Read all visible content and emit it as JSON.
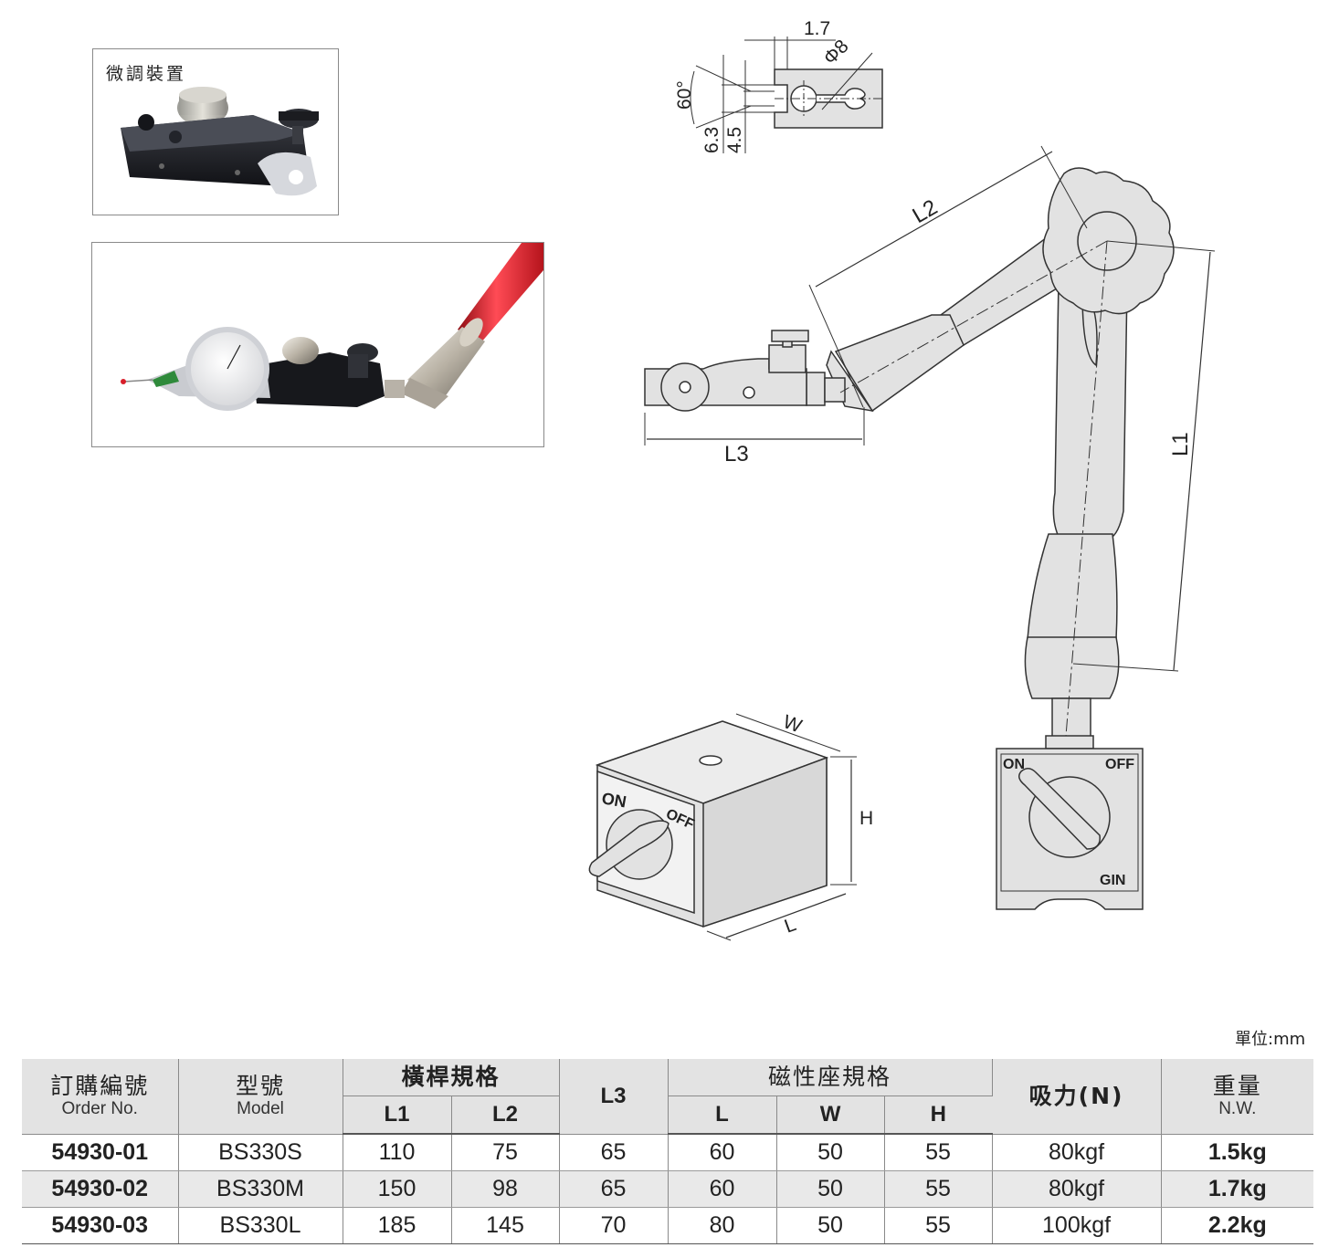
{
  "photo1": {
    "caption": "微調裝置"
  },
  "drawing": {
    "dim_1_7": "1.7",
    "dim_phi8": "Φ8",
    "dim_60deg": "60°",
    "dim_6_3": "6.3",
    "dim_4_5": "4.5",
    "dim_L1": "L1",
    "dim_L2": "L2",
    "dim_L3": "L3",
    "dim_W": "W",
    "dim_H": "H",
    "dim_L": "L",
    "base_on": "ON",
    "base_off": "OFF",
    "side_on": "ON",
    "side_off": "OFF",
    "side_gin": "GIN"
  },
  "unit_label": "單位:mm",
  "table": {
    "headers": {
      "order_zh": "訂購編號",
      "order_en": "Order No.",
      "model_zh": "型號",
      "model_en": "Model",
      "arm_zh": "橫桿規格",
      "l1": "L1",
      "l2": "L2",
      "l3": "L3",
      "base_zh": "磁性座規格",
      "l": "L",
      "w": "W",
      "h": "H",
      "force": "吸力(N)",
      "weight_zh": "重量",
      "weight_en": "N.W."
    },
    "rows": [
      {
        "order": "54930-01",
        "model": "BS330S",
        "l1": "110",
        "l2": "75",
        "l3": "65",
        "l": "60",
        "w": "50",
        "h": "55",
        "force": "80kgf",
        "weight": "1.5kg"
      },
      {
        "order": "54930-02",
        "model": "BS330M",
        "l1": "150",
        "l2": "98",
        "l3": "65",
        "l": "60",
        "w": "50",
        "h": "55",
        "force": "80kgf",
        "weight": "1.7kg"
      },
      {
        "order": "54930-03",
        "model": "BS330L",
        "l1": "185",
        "l2": "145",
        "l3": "70",
        "l": "80",
        "w": "50",
        "h": "55",
        "force": "100kgf",
        "weight": "2.2kg"
      }
    ]
  }
}
